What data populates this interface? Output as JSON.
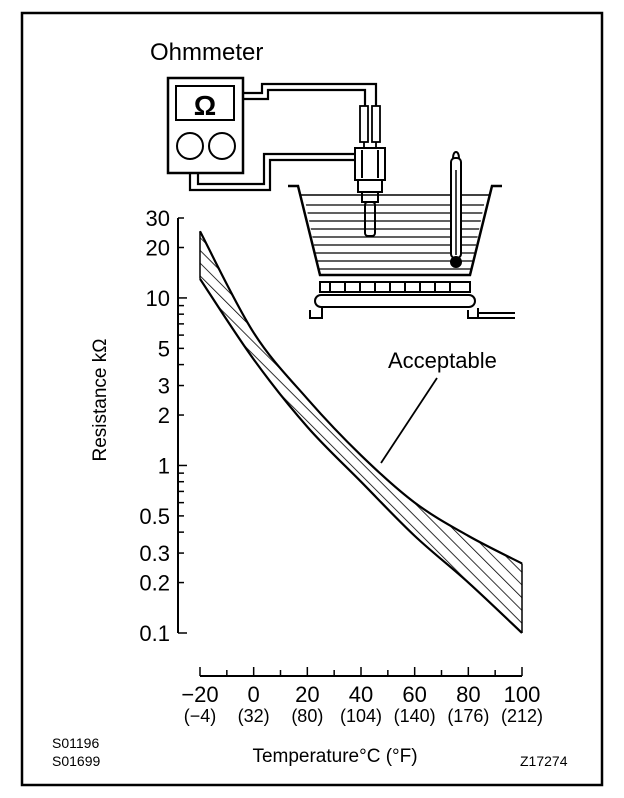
{
  "labels": {
    "ohmmeter": "Ohmmeter",
    "omega": "Ω",
    "acceptable": "Acceptable",
    "ref_code_1": "S01196",
    "ref_code_2": "S01699",
    "figure_code": "Z17274"
  },
  "chart_data": {
    "type": "area",
    "title": "",
    "xlabel": "Temperature°C (°F)",
    "ylabel": "Resistance kΩ",
    "y_scale": "log",
    "xlim": [
      -20,
      100
    ],
    "ylim": [
      0.1,
      30
    ],
    "x_ticks": [
      -20,
      0,
      20,
      40,
      60,
      80,
      100
    ],
    "x_tick_labels": [
      "−20",
      "0",
      "20",
      "40",
      "60",
      "80",
      "100"
    ],
    "x_tick_labels_f": [
      "(−4)",
      "(32)",
      "(80)",
      "(104)",
      "(140)",
      "(176)",
      "(212)"
    ],
    "y_ticks": [
      0.1,
      0.2,
      0.3,
      0.5,
      1,
      2,
      3,
      5,
      10,
      20,
      30
    ],
    "y_tick_labels": [
      "0.1",
      "0.2",
      "0.3",
      "0.5",
      "1",
      "2",
      "3",
      "5",
      "10",
      "20",
      "30"
    ],
    "band_annotation": "Acceptable",
    "band": {
      "x": [
        -20,
        0,
        20,
        40,
        60,
        80,
        100
      ],
      "upper": [
        25,
        6.2,
        2.5,
        1.15,
        0.6,
        0.38,
        0.26
      ],
      "lower": [
        13,
        4.3,
        1.7,
        0.8,
        0.38,
        0.2,
        0.1
      ]
    }
  }
}
